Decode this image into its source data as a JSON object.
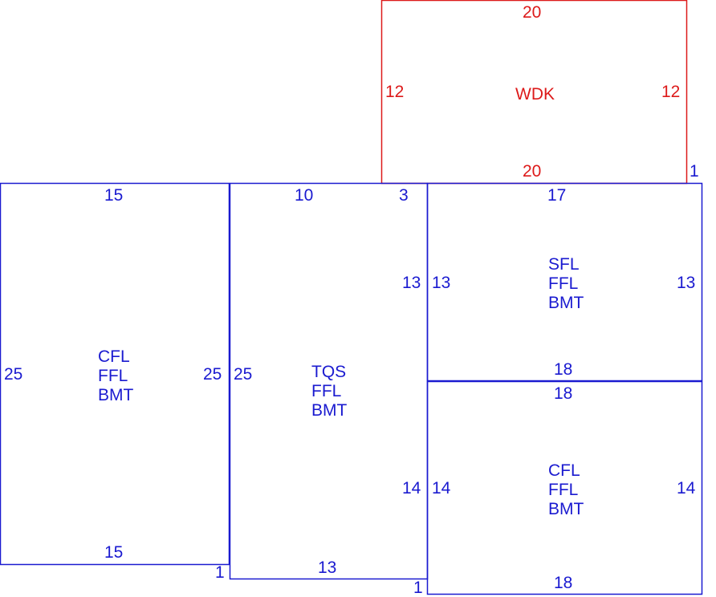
{
  "colors": {
    "main": "#1a1ad0",
    "accent": "#dd1a1a",
    "background": "#ffffff"
  },
  "deck": {
    "name": "WDK",
    "top": "20",
    "bottom": "20",
    "left": "12",
    "right": "12",
    "offset": "1"
  },
  "room_left": {
    "lines": [
      "CFL",
      "FFL",
      "BMT"
    ],
    "top": "15",
    "bottom": "15",
    "left": "25",
    "right": "25",
    "offset": "1"
  },
  "room_middle": {
    "lines": [
      "TQS",
      "FFL",
      "BMT"
    ],
    "top_a": "10",
    "top_b": "3",
    "bottom": "13",
    "left": "25",
    "right_upper": "13",
    "right_lower": "14",
    "offset": "1"
  },
  "room_upper_right": {
    "lines": [
      "SFL",
      "FFL",
      "BMT"
    ],
    "top": "17",
    "bottom": "18",
    "left": "13",
    "right": "13"
  },
  "room_lower_right": {
    "lines": [
      "CFL",
      "FFL",
      "BMT"
    ],
    "top": "18",
    "bottom": "18",
    "left": "14",
    "right": "14"
  }
}
